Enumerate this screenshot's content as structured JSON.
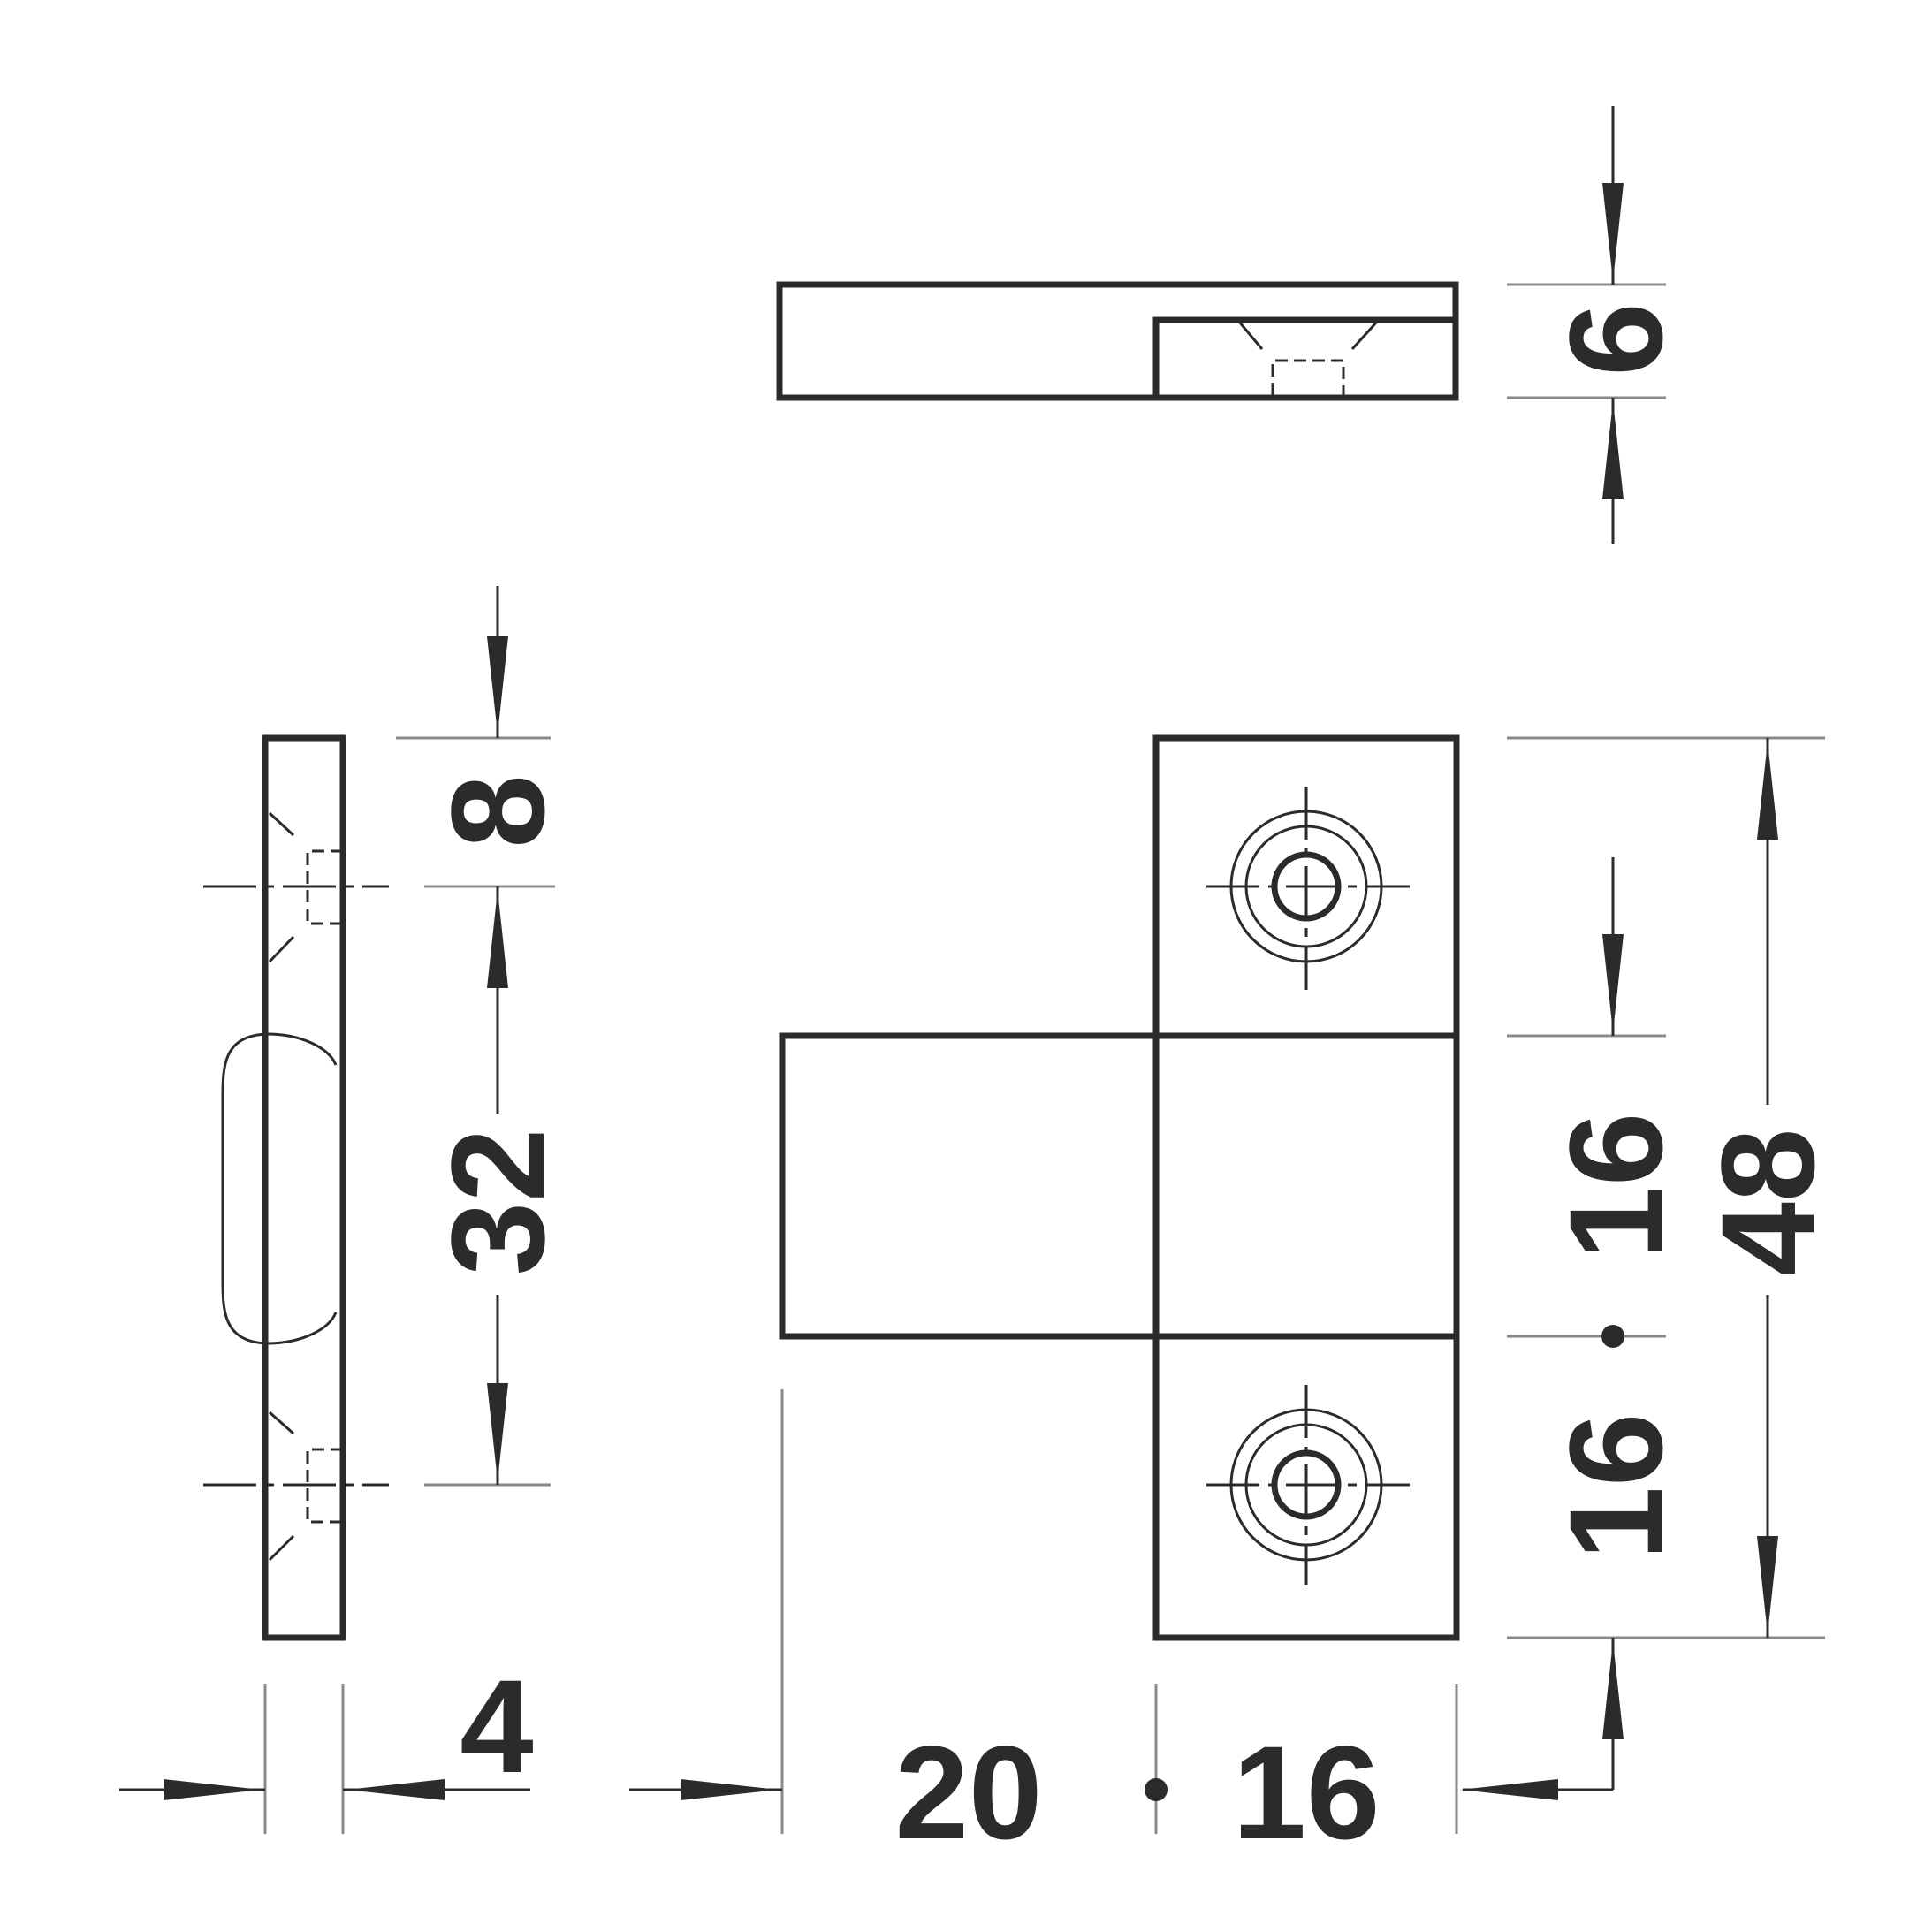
{
  "drawing": {
    "colors": {
      "line": "#2b2b2b",
      "extension": "#8a8a8a",
      "background": "#ffffff"
    },
    "dimensions": {
      "thickness_top": "6",
      "top_offset": "8",
      "hole_spacing_side": "32",
      "side_thickness": "4",
      "projection": "20",
      "plate_width": "16",
      "upper_to_center": "16",
      "center_to_lower": "16",
      "total_height": "48"
    }
  }
}
